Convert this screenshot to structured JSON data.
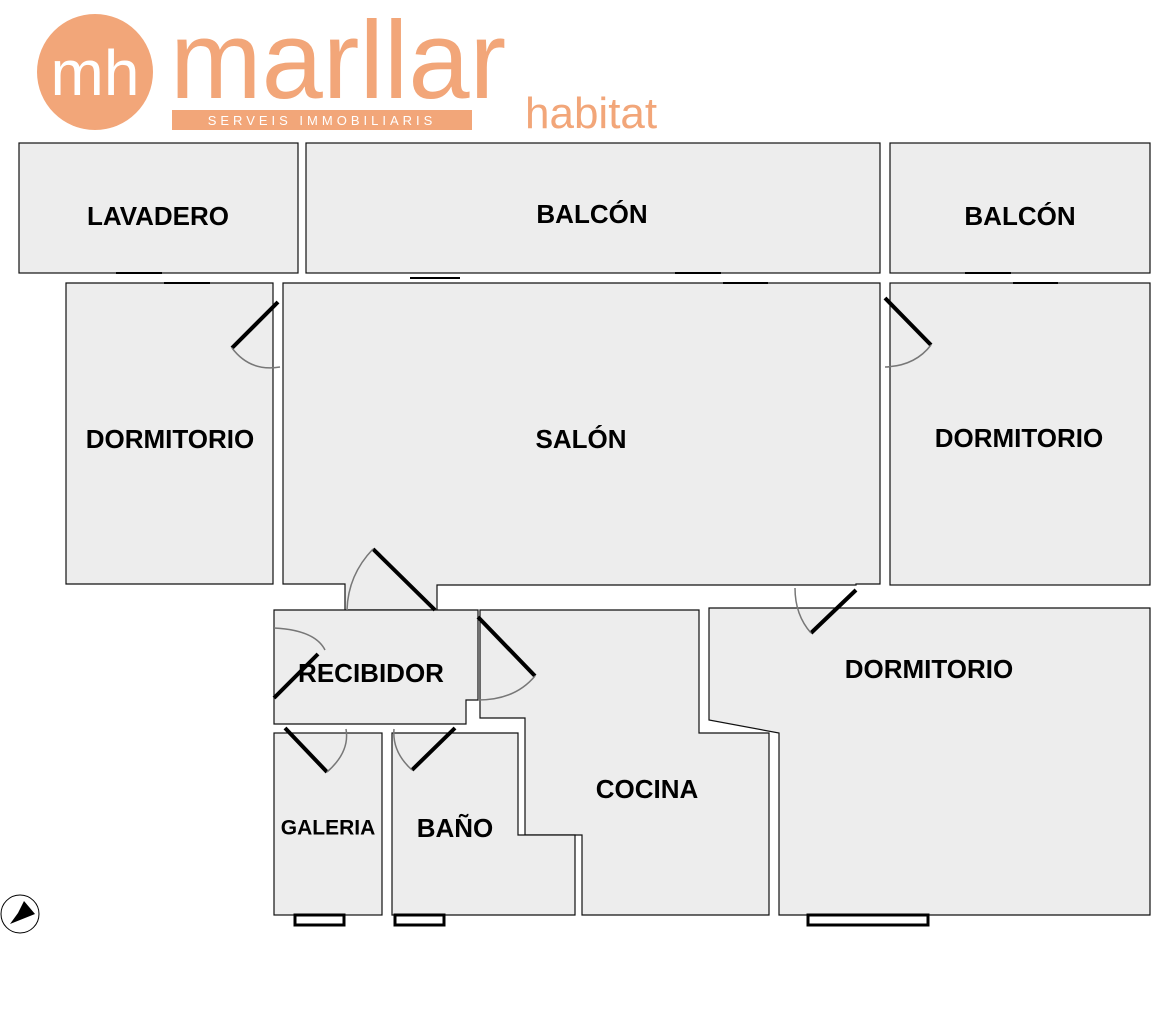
{
  "rooms": {
    "lavadero": "LAVADERO",
    "balcon_center": "BALCÓN",
    "balcon_right": "BALCÓN",
    "dormitorio_left": "DORMITORIO",
    "salon": "SALÓN",
    "dormitorio_right": "DORMITORIO",
    "recibidor": "RECIBIDOR",
    "dormitorio_bottom": "DORMITORIO",
    "cocina": "COCINA",
    "galeria": "GALERIA",
    "bano": "BAÑO"
  },
  "watermark": {
    "monogram": "mh",
    "brand": "marllar",
    "tagline": "SERVEIS IMMOBILIARIS",
    "sub": "habitat",
    "color": "#f2a679"
  },
  "compass": {
    "icon": "north-arrow-icon"
  }
}
